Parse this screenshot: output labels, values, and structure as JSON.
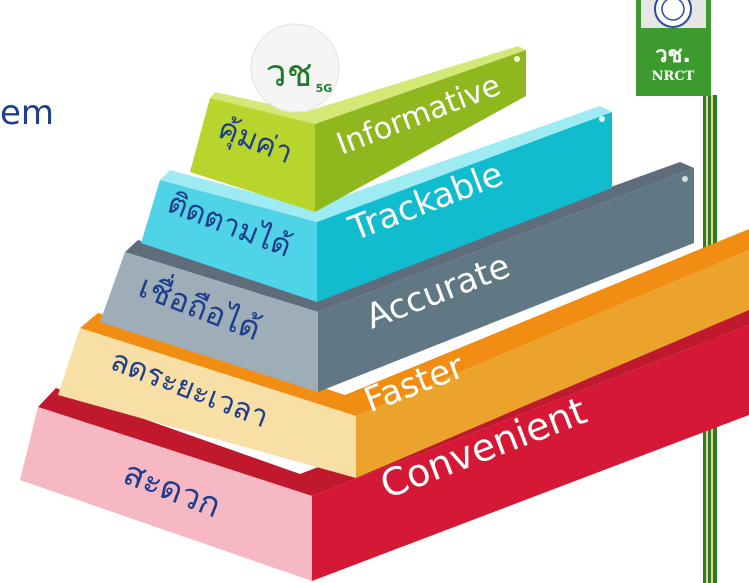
{
  "header": {
    "title_fragment": "em"
  },
  "logo_vc": {
    "label": "วช",
    "sub": "5G"
  },
  "nrct_logo": {
    "thai": "วช.",
    "english": "NRCT"
  },
  "pyramid": {
    "levels": [
      {
        "thai": "คุ้มค่า",
        "english": "Informative",
        "front_color": "#b8d52e",
        "top_color": "#d4e877",
        "side_color": "#8fb81f",
        "thai_color": "#1e3d8c"
      },
      {
        "thai": "ติดตามได้",
        "english": "Trackable",
        "front_color": "#4fd3e6",
        "top_color": "#9eebf4",
        "side_color": "#12bccf",
        "thai_color": "#1e3d8c"
      },
      {
        "thai": "เชื่อถือได้",
        "english": "Accurate",
        "front_color": "#9eaeb8",
        "top_color": "#5f6c7c",
        "side_color": "#607784",
        "thai_color": "#1e3d8c"
      },
      {
        "thai": "ลดระยะเวลา",
        "english": "Faster",
        "front_color": "#f7dfa6",
        "top_color": "#f08d12",
        "side_color": "#eca32c",
        "thai_color": "#1e3d8c"
      },
      {
        "thai": "สะดวก",
        "english": "Convenient",
        "front_color": "#f6b9c3",
        "top_color": "#c0182c",
        "side_color": "#d41836",
        "thai_color": "#1e3d8c"
      }
    ]
  }
}
